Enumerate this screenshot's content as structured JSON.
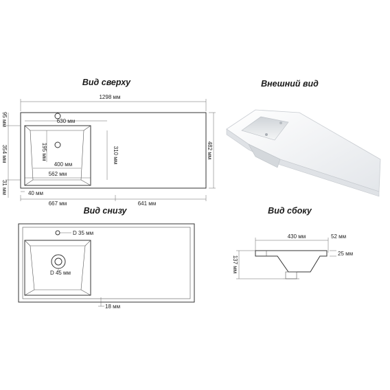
{
  "views": {
    "top": {
      "title": "Вид сверху",
      "dims": {
        "width_total": "1298 мм",
        "basin_top": "630 мм",
        "basin_inner_height": "310 мм",
        "basin_depth_offset": "195 мм",
        "basin_bottom": "400 мм",
        "basin_width": "562 мм",
        "left_offset": "40 мм",
        "left_part": "667 мм",
        "right_part": "641 мм",
        "height_total": "482 мм",
        "top_margin": "95 мм",
        "basin_height": "354 мм",
        "bottom_margin": "31 мм"
      }
    },
    "outer": {
      "title": "Внешний вид"
    },
    "bottom": {
      "title": "Вид снизу",
      "dims": {
        "faucet_hole": "D 35 мм",
        "drain_hole": "D 45 мм",
        "edge": "18 мм"
      }
    },
    "side": {
      "title": "Вид сбоку",
      "dims": {
        "length": "430 мм",
        "edge_depth": "52 мм",
        "slab": "25 мм",
        "height": "137 мм"
      }
    }
  }
}
